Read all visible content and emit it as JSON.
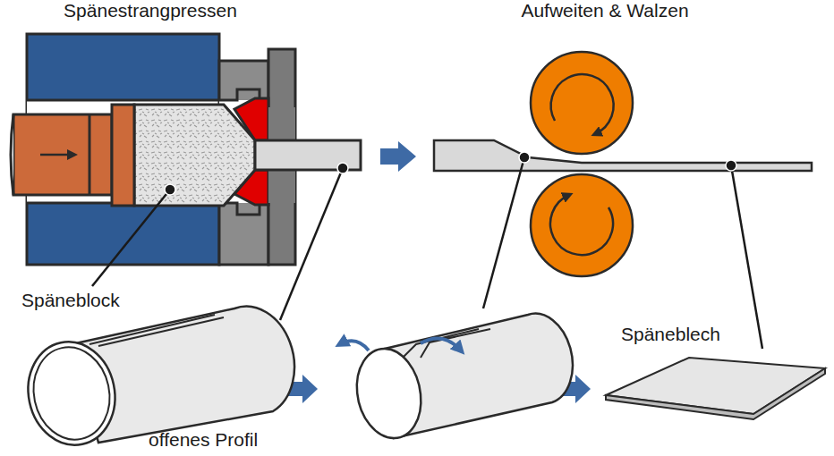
{
  "diagram": {
    "labels": [
      "Spänestrangpressen",
      "Aufweiten & Walzen",
      "Späneblock",
      "offenes Profil",
      "Späneblech"
    ]
  }
}
